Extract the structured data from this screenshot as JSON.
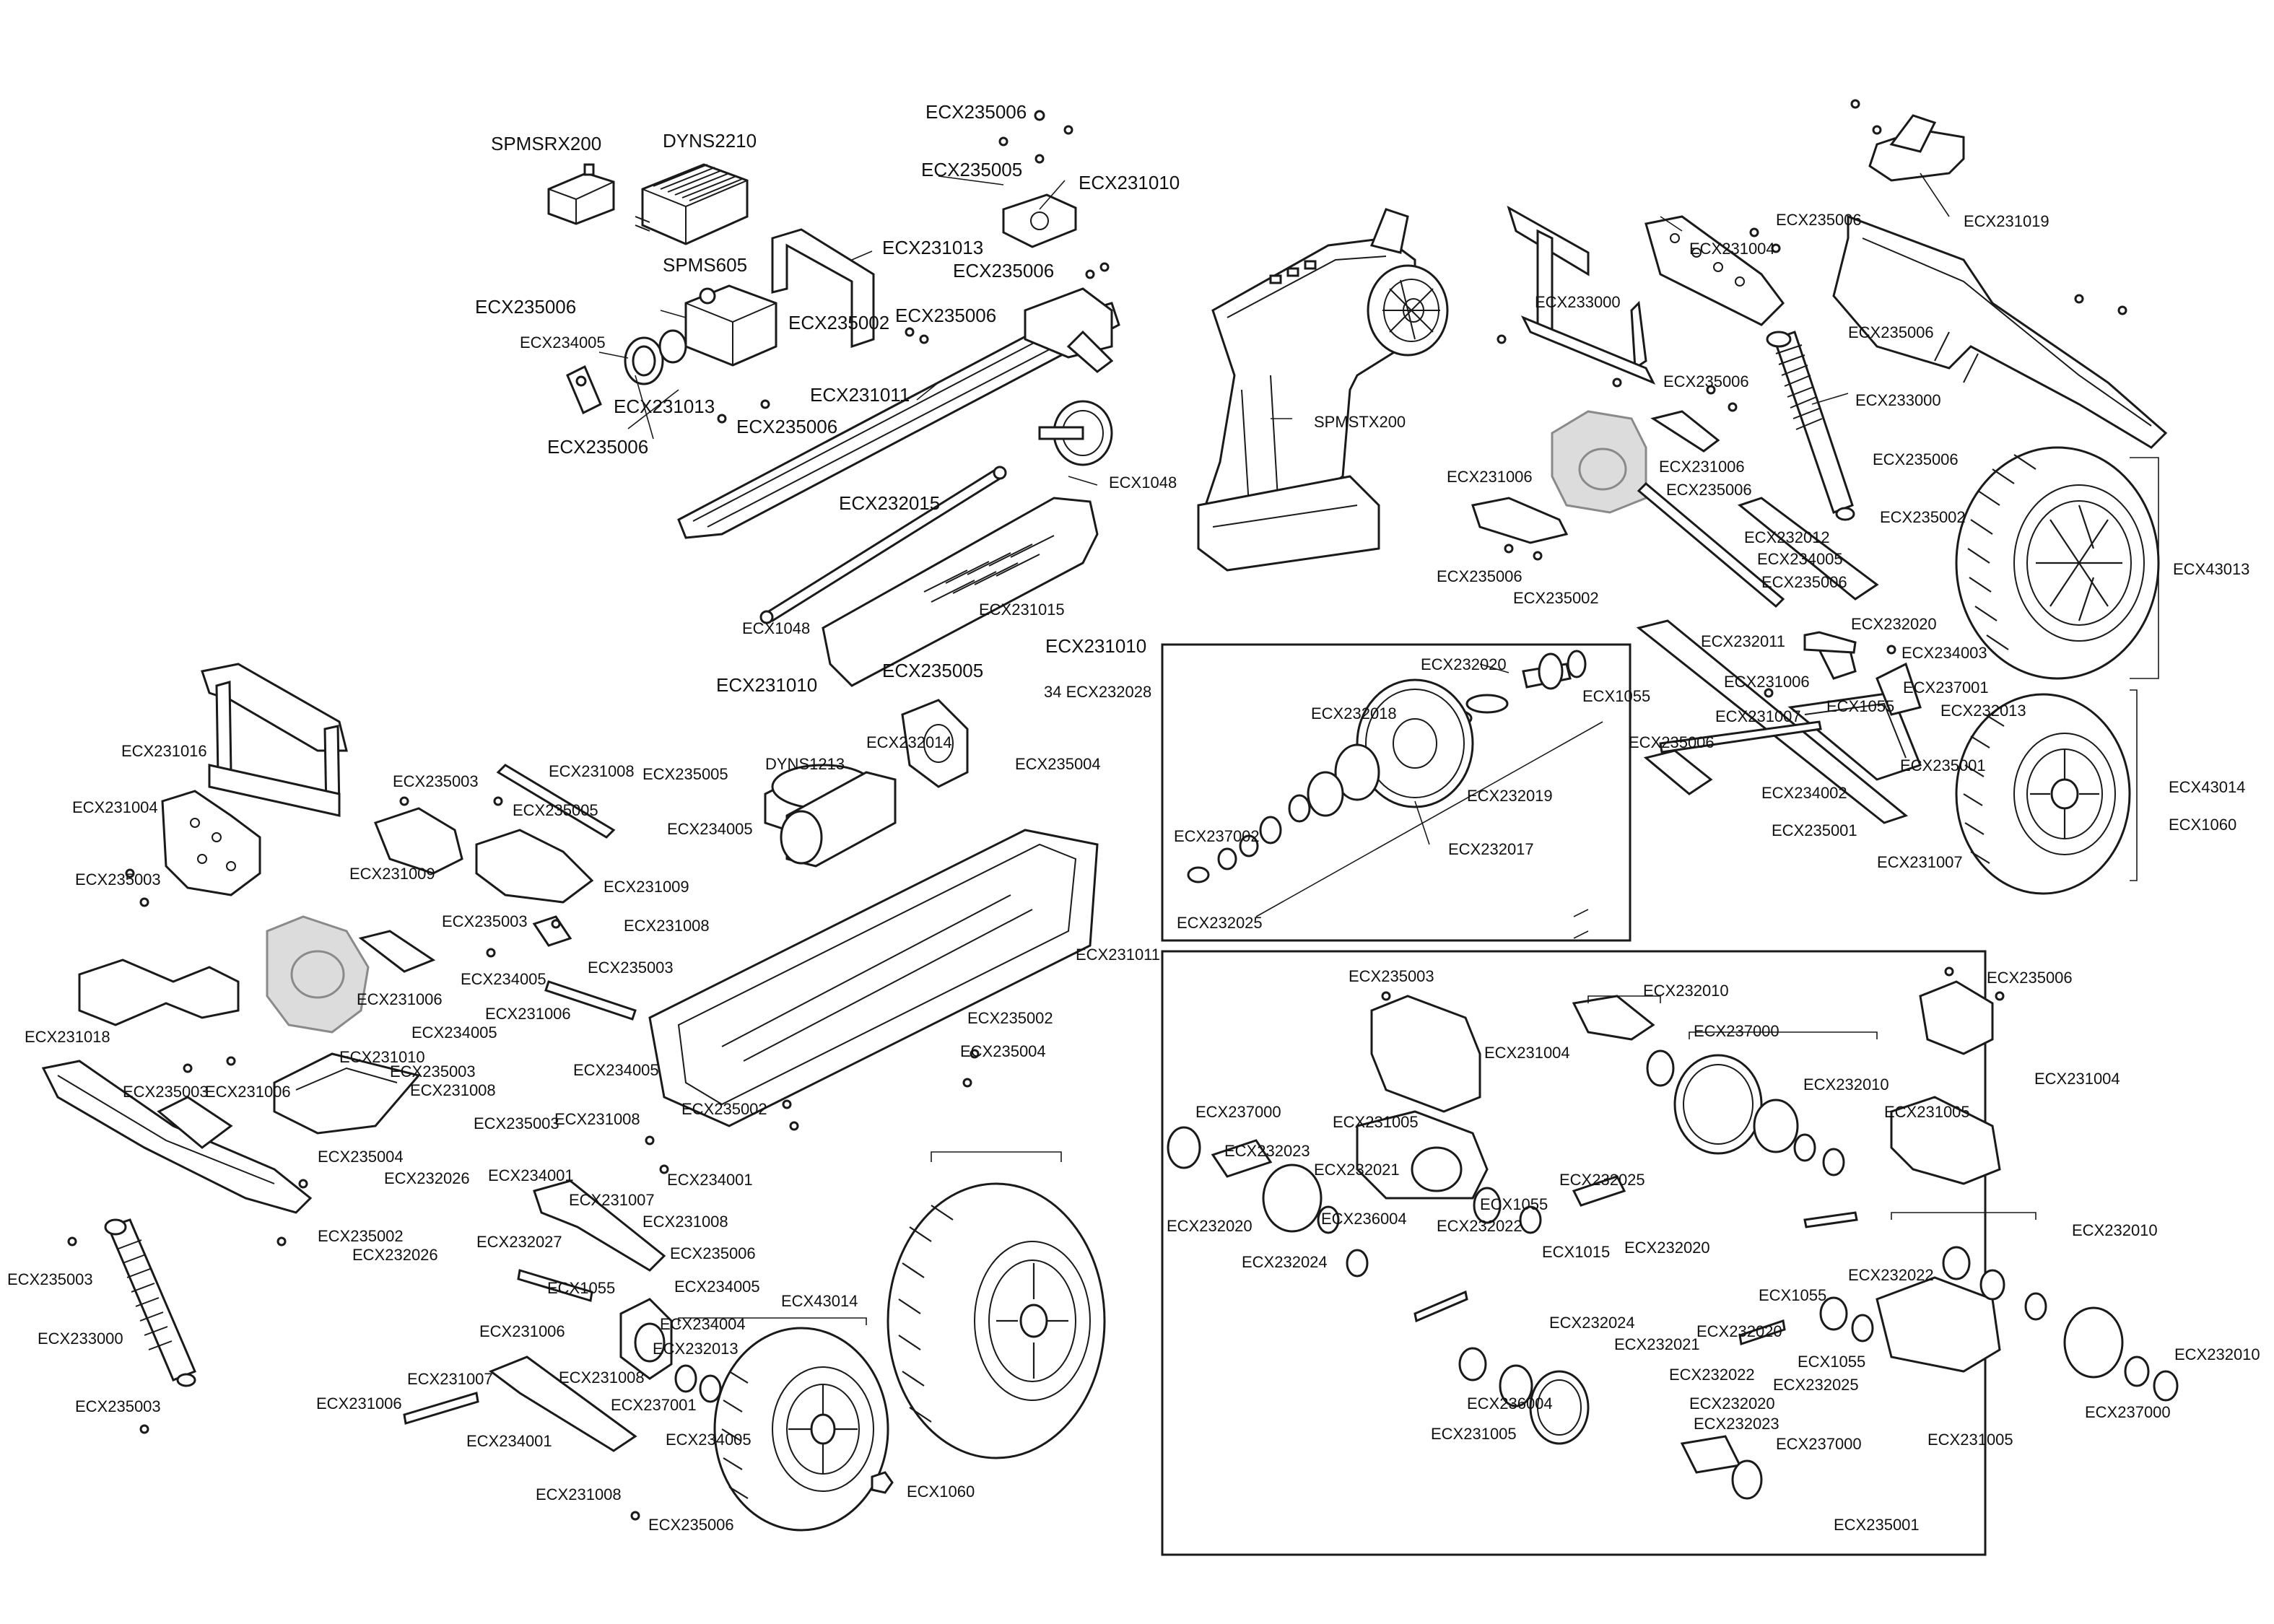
{
  "labels": {
    "spmsrx200": "SPMSRX200",
    "dyns2210": "DYNS2210",
    "spms605": "SPMS605",
    "ecx235006": "ECX235006",
    "ecx235005": "ECX235005",
    "ecx235003": "ECX235003",
    "ecx235002": "ECX235002",
    "ecx235004": "ECX235004",
    "ecx235001": "ECX235001",
    "ecx234005": "ECX234005",
    "ecx234004": "ECX234004",
    "ecx234003": "ECX234003",
    "ecx234002": "ECX234002",
    "ecx234001": "ECX234001",
    "ecx231013": "ECX231013",
    "ecx231010": "ECX231010",
    "ecx231011": "ECX231011",
    "ecx231019": "ECX231019",
    "ecx231016": "ECX231016",
    "ecx231018": "ECX231018",
    "ecx231015": "ECX231015",
    "ecx231009": "ECX231009",
    "ecx231008": "ECX231008",
    "ecx231007": "ECX231007",
    "ecx231006": "ECX231006",
    "ecx231005": "ECX231005",
    "ecx231004": "ECX231004",
    "ecx233000": "ECX233000",
    "ecx232015": "ECX232015",
    "ecx232014": "ECX232014",
    "ecx232028_34": "34 ECX232028",
    "ecx232026": "ECX232026",
    "ecx232027": "ECX232027",
    "ecx232025": "ECX232025",
    "ecx232024": "ECX232024",
    "ecx232023": "ECX232023",
    "ecx232022": "ECX232022",
    "ecx232021": "ECX232021",
    "ecx232020": "ECX232020",
    "ecx232019": "ECX232019",
    "ecx232018": "ECX232018",
    "ecx232017": "ECX232017",
    "ecx232013": "ECX232013",
    "ecx232012": "ECX232012",
    "ecx232011": "ECX232011",
    "ecx232010": "ECX232010",
    "ecx237000": "ECX237000",
    "ecx237001": "ECX237001",
    "ecx237002": "ECX237002",
    "ecx236004": "ECX236004",
    "ecx1048": "ECX1048",
    "ecx1055": "ECX1055",
    "ecx1015": "ECX1015",
    "ecx1060": "ECX1060",
    "ecx43013": "ECX43013",
    "ecx43014": "ECX43014",
    "dyns1213": "DYNS1213",
    "spmstx200": "SPMSTX200"
  }
}
